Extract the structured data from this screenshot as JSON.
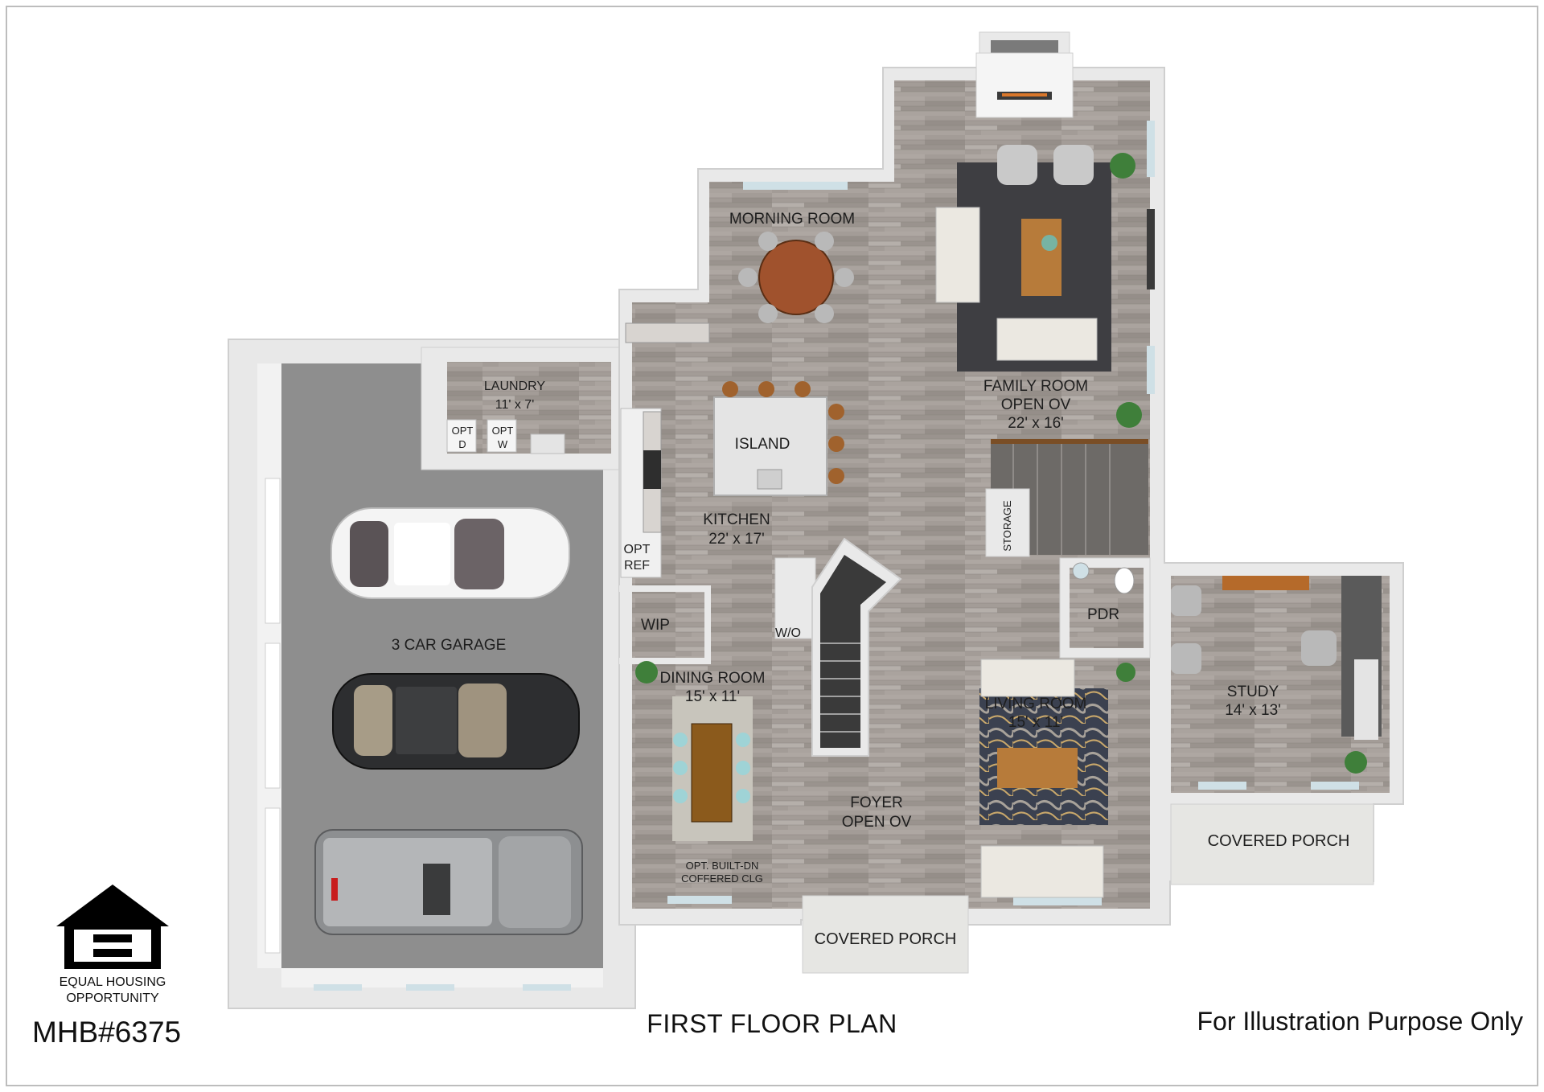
{
  "plan": {
    "title": "FIRST FLOOR PLAN",
    "disclaimer": "For Illustration Purpose Only",
    "plan_id": "MHB#6375",
    "logo_text": [
      "EQUAL HOUSING",
      "OPPORTUNITY"
    ]
  },
  "rooms": {
    "morning_room": "MORNING ROOM",
    "laundry": {
      "name": "LAUNDRY",
      "size": "11' x 7'"
    },
    "opt_dryer": [
      "OPT",
      "D"
    ],
    "opt_washer": [
      "OPT",
      "W"
    ],
    "island": "ISLAND",
    "kitchen": {
      "name": "KITCHEN",
      "size": "22' x 17'"
    },
    "opt_ref": [
      "OPT",
      "REF"
    ],
    "wip": "WIP",
    "wo": "W/O",
    "storage": "STORAGE",
    "pdr": "PDR",
    "family_room": {
      "name": "FAMILY ROOM",
      "sub": "OPEN OV",
      "size": "22' x 16'"
    },
    "garage": "3 CAR GARAGE",
    "dining_room": {
      "name": "DINING ROOM",
      "size": "15' x 11'"
    },
    "dining_note": [
      "OPT. BUILT-DN",
      "COFFERED CLG"
    ],
    "living_room": {
      "name": "LIVING ROOM",
      "size": "15' x 11'"
    },
    "foyer": {
      "name": "FOYER",
      "sub": "OPEN OV"
    },
    "study": {
      "name": "STUDY",
      "size": "14' x 13'"
    },
    "porch_front": "COVERED PORCH",
    "porch_side": "COVERED PORCH"
  },
  "colors": {
    "wall": "#e9e9e9",
    "wall_shadow": "#c9c9c9",
    "floor": "#a49d98",
    "garage_floor": "#8f8f8f",
    "rug_family": "#3e3e42",
    "porch": "#e6e6e3",
    "island_top": "#e4e4e4"
  },
  "icons": [
    "equal-housing-logo",
    "car-icon",
    "fireplace-icon",
    "plant-icon",
    "sofa-icon",
    "chair-icon",
    "dining-table-icon",
    "stairs-icon",
    "toilet-icon",
    "sink-icon"
  ]
}
